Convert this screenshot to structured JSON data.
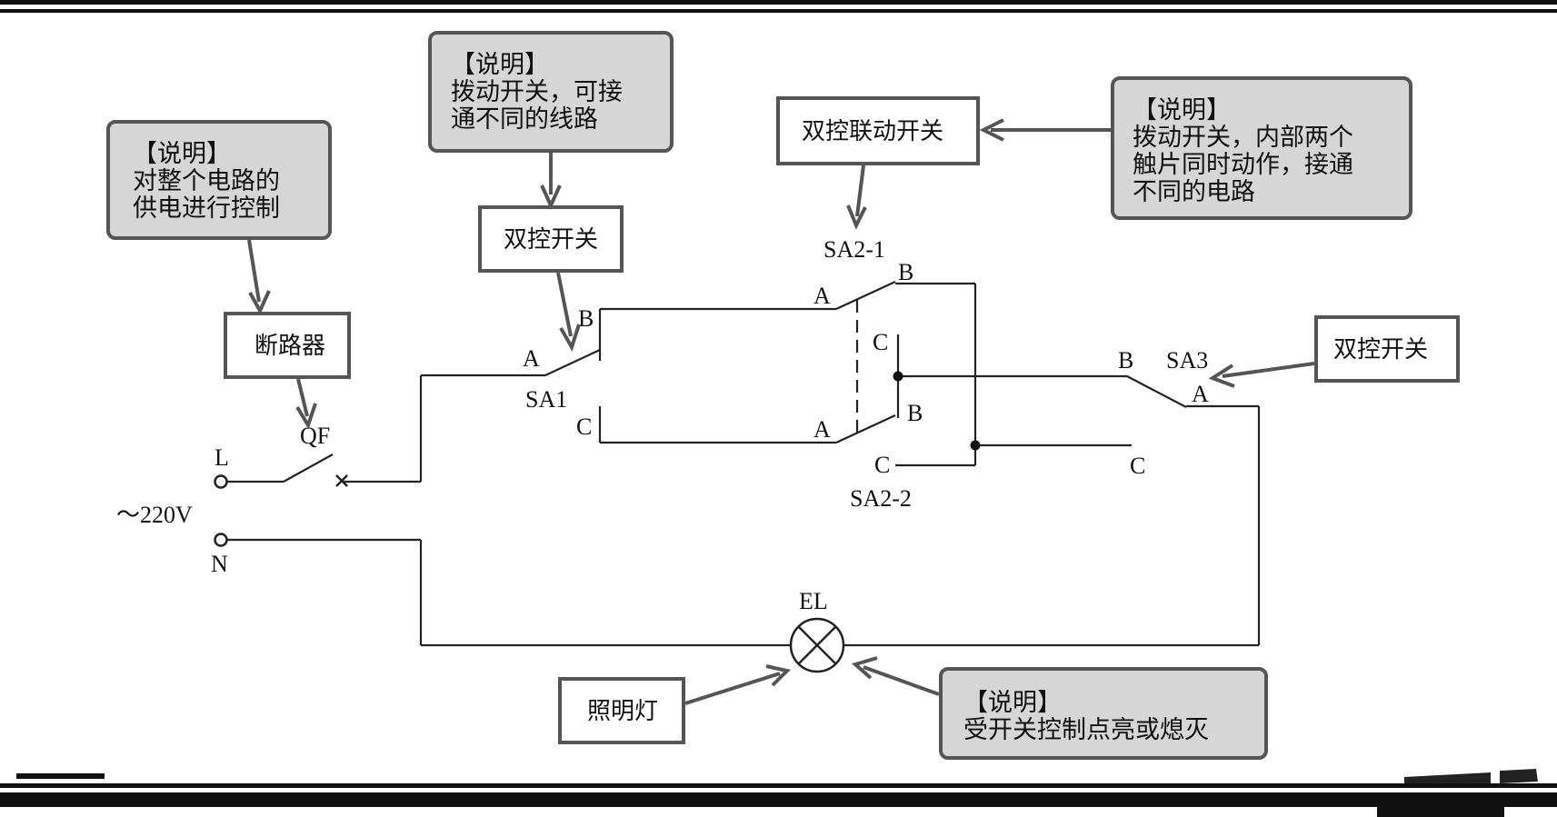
{
  "notes": {
    "breaker": {
      "title": "【说明】",
      "lines": [
        "对整个电路的",
        "供电进行控制"
      ]
    },
    "sa1": {
      "title": "【说明】",
      "lines": [
        "拨动开关，可接",
        "通不同的线路"
      ]
    },
    "sa2": {
      "title": "【说明】",
      "lines": [
        "拨动开关，内部两个",
        "触片同时动作，接通",
        "不同的电路"
      ]
    },
    "lamp": {
      "title": "【说明】",
      "lines": [
        "受开关控制点亮或熄灭"
      ]
    }
  },
  "tags": {
    "breaker": "断路器",
    "sa1": "双控开关",
    "sa2": "双控联动开关",
    "sa3": "双控开关",
    "lamp": "照明灯"
  },
  "labels": {
    "qf": "QF",
    "l": "L",
    "n": "N",
    "voltage": "～220V",
    "sa1": "SA1",
    "sa2_1": "SA2-1",
    "sa2_2": "SA2-2",
    "sa3": "SA3",
    "el": "EL",
    "a": "A",
    "b": "B",
    "c": "C"
  }
}
